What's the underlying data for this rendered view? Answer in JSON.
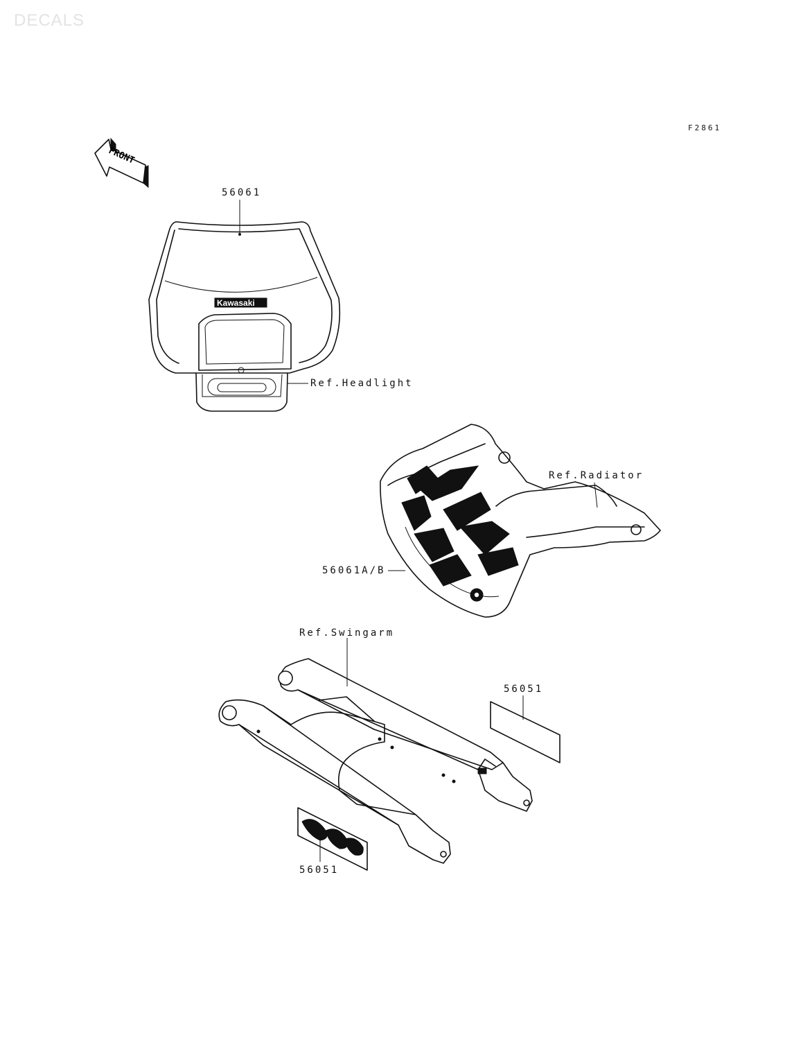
{
  "page": {
    "watermark": "DECALS",
    "figure_code": "F2861",
    "front_arrow_label": "FRONT"
  },
  "labels": {
    "headlight_decal": "56061",
    "ref_headlight": "Ref.Headlight",
    "ref_radiator": "Ref.Radiator",
    "radiator_decal": "56061A/B",
    "ref_swingarm": "Ref.Swingarm",
    "swingarm_decal_right": "56051",
    "swingarm_decal_left": "56051"
  },
  "logos": {
    "headlight_logo": "Kawasaki"
  }
}
